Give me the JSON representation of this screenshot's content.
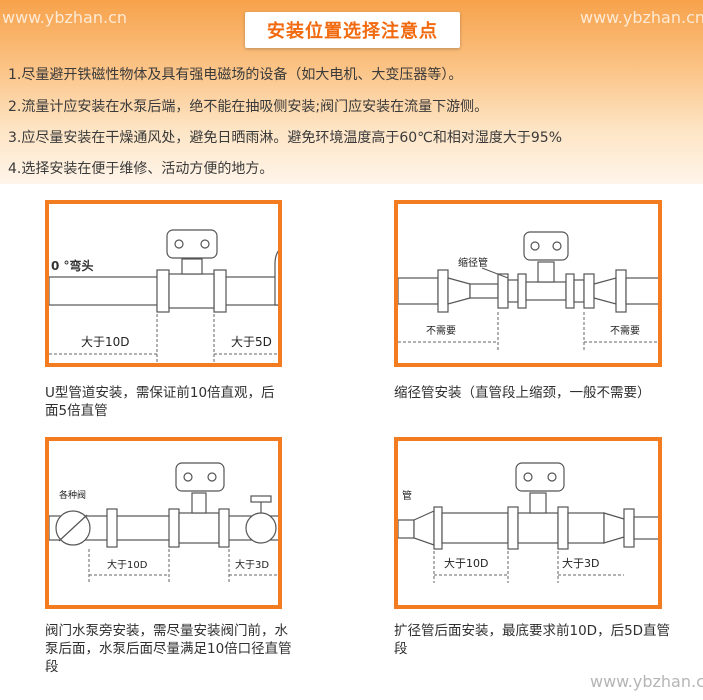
{
  "watermark": "www.ybzhan.cn",
  "header": {
    "title": "安装位置选择注意点",
    "tips": [
      "1.尽量避开铁磁性物体及具有强电磁场的设备（如大电机、大变压器等）。",
      "2.流量计应安装在水泵后端，绝不能在抽吸侧安装;阀门应安装在流量下游侧。",
      "3.应尽量安装在干燥通风处，避免日晒雨淋。避免环境温度高于60℃和相对湿度大于95%",
      "4.选择安装在便于维修、活动方便的地方。"
    ]
  },
  "panels": {
    "p1": {
      "label_elbow": "0 °弯头",
      "label_up": "大于10D",
      "label_down": "大于5D",
      "caption": "U型管道安装，需保证前10倍直观，后面5倍直管"
    },
    "p2": {
      "label_reducer": "缩径管",
      "label_up": "不需要",
      "label_down": "不需要",
      "caption": "缩径管安装（直管段上缩颈，一般不需要）"
    },
    "p3": {
      "label_valve": "各种阀",
      "label_up": "大于10D",
      "label_down": "大于3D",
      "caption": "阀门水泵旁安装，需尽量安装阀门前，水泵后面，水泵后面尽量满足10倍口径直管段"
    },
    "p4": {
      "label_expander": "管",
      "label_up": "大于10D",
      "label_down": "大于3D",
      "caption": "扩径管后面安装，最底要求前10D，后5D直管段"
    }
  }
}
